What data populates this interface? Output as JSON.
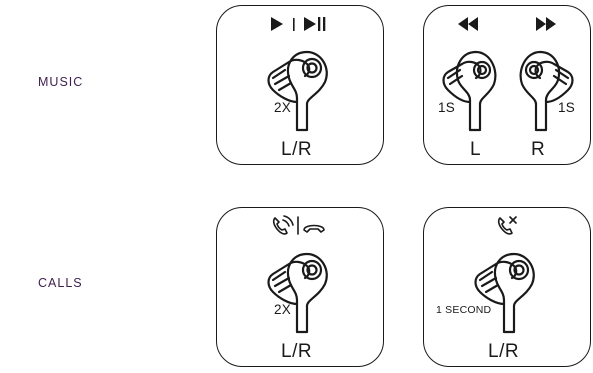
{
  "rows": {
    "music": {
      "label": "MUSIC"
    },
    "calls": {
      "label": "CALLS"
    }
  },
  "cards": {
    "music_play_pause": {
      "press": "2X",
      "side": "L/R",
      "icon": "play-pause-icon"
    },
    "music_track": {
      "press_left": "1S",
      "press_right": "1S",
      "side_left": "L",
      "side_right": "R",
      "icon_left": "rewind-icon",
      "icon_right": "fast-forward-icon"
    },
    "calls_answer_end": {
      "press": "2X",
      "side": "L/R",
      "icon": "answer-hangup-icon"
    },
    "calls_reject": {
      "press": "1 SECOND",
      "side": "L/R",
      "icon": "reject-call-icon"
    }
  }
}
